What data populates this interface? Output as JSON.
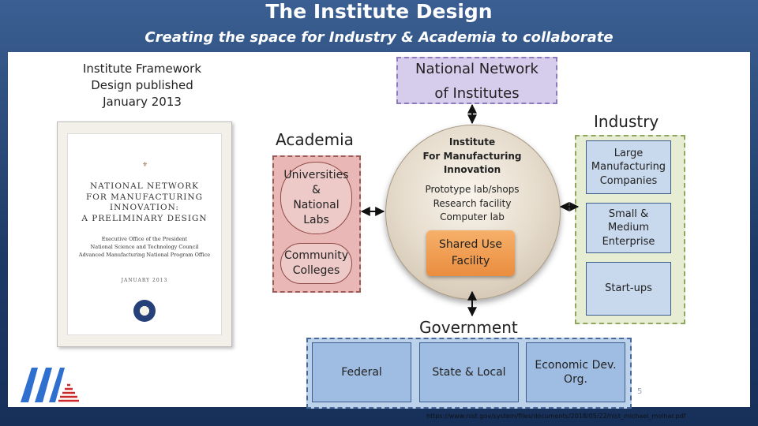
{
  "header": {
    "title": "The Institute Design",
    "subtitle": "Creating the space for Industry & Academia to collaborate"
  },
  "framework_note": "Institute Framework\nDesign published\nJanuary 2013",
  "report_cover": {
    "title": "NATIONAL NETWORK\nFOR MANUFACTURING\nINNOVATION:\nA PRELIMINARY DESIGN",
    "office": "Executive Office of the President\nNational Science and Technology Council\nAdvanced Manufacturing National Program Office",
    "date": "JANUARY 2013"
  },
  "diagram": {
    "national_network": "National Network\nof Institutes",
    "academia": {
      "label": "Academia",
      "items": [
        "Universities\n&\nNational\nLabs",
        "Community\nColleges"
      ]
    },
    "institute": {
      "title": "Institute\nFor Manufacturing\nInnovation",
      "facilities": "Prototype lab/shops\nResearch facility\nComputer lab",
      "shared_use": "Shared Use\nFacility"
    },
    "industry": {
      "label": "Industry",
      "items": [
        "Large\nManufacturing\nCompanies",
        "Small &\nMedium\nEnterprise",
        "Start-ups"
      ]
    },
    "government": {
      "label": "Government",
      "items": [
        "Federal",
        "State & Local",
        "Economic Dev.\nOrg."
      ]
    }
  },
  "page_number": "5",
  "source_url": "https://www.nist.gov/system/files/documents/2018/05/22/nist_michael_molnar.pdf",
  "colors": {
    "header_bg": "#2c4f82",
    "network_purple": "#d6ccec",
    "academia_red": "#e9b7b5",
    "industry_green": "#e7edd2",
    "government_blue": "#bcd1ea",
    "shared_orange": "#ea8d3e"
  },
  "icons": [
    "logo-icon",
    "seal-icon",
    "double-arrow-icon"
  ]
}
